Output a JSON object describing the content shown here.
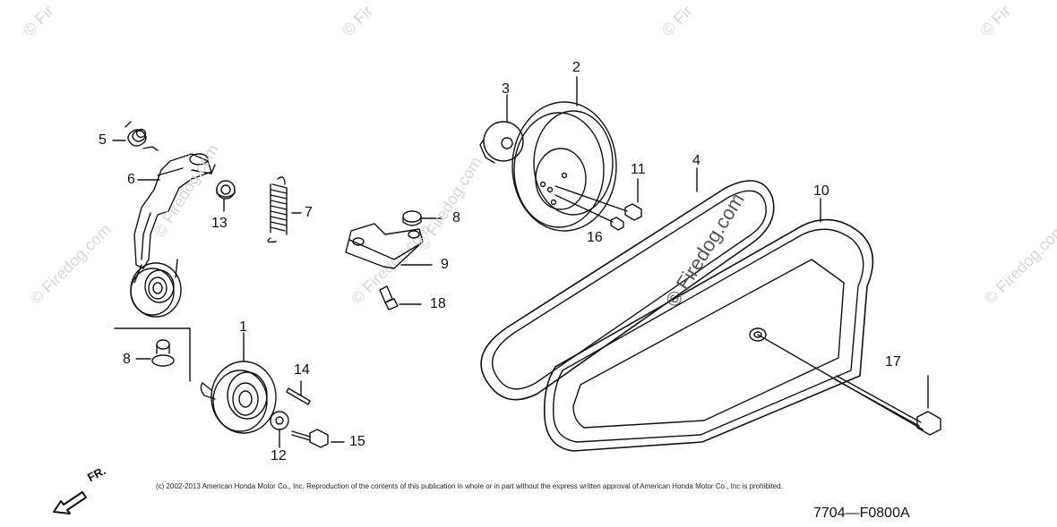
{
  "watermark": {
    "text": "© Firedog.com",
    "short_text": "© Fir"
  },
  "callouts": {
    "c1": "1",
    "c2": "2",
    "c3": "3",
    "c4": "4",
    "c5": "5",
    "c6": "6",
    "c7": "7",
    "c8a": "8",
    "c8b": "8",
    "c9": "9",
    "c10": "10",
    "c11": "11",
    "c12": "12",
    "c13": "13",
    "c14": "14",
    "c15": "15",
    "c16": "16",
    "c17": "17",
    "c18": "18"
  },
  "direction_label": "FR.",
  "copyright": "(c) 2002-2013 American Honda Motor Co., Inc. Reproduction of the contents of this publication in whole or in part without the express written approval of American Honda Motor Co., Inc is prohibited.",
  "figure_code": "7704—F0800A",
  "colors": {
    "line": "#111111",
    "watermark": "#d6d6d6"
  }
}
